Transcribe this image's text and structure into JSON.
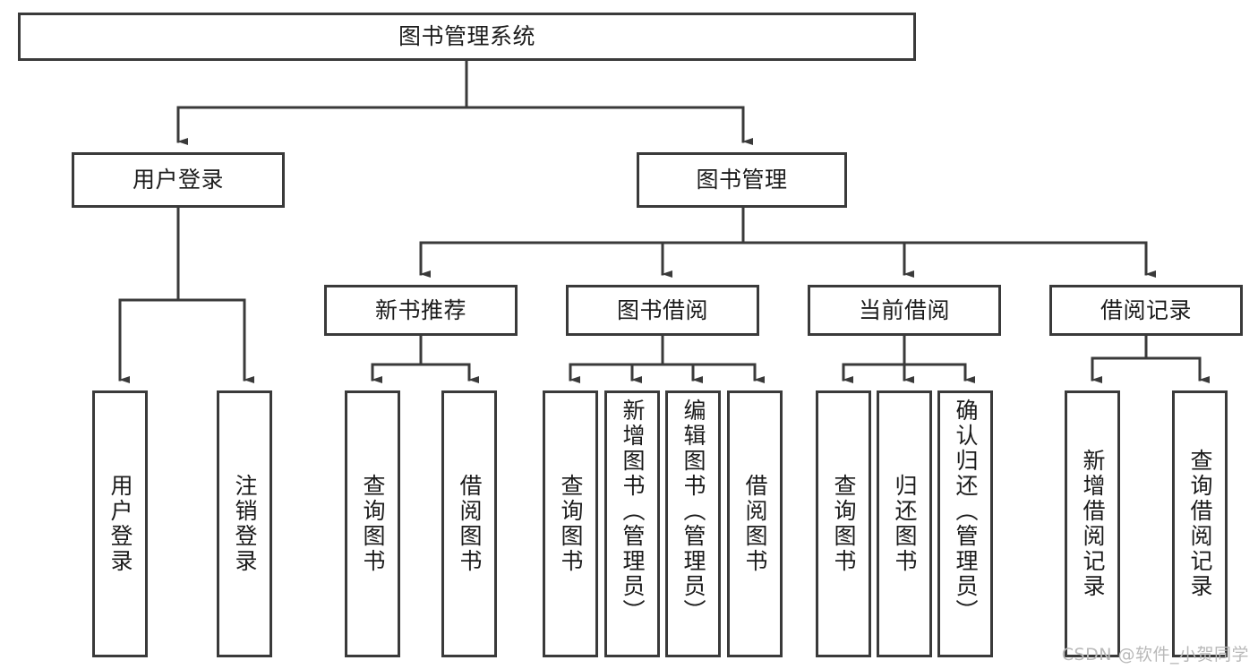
{
  "diagram": {
    "type": "tree-hierarchy-chart",
    "title": "图书管理系统",
    "watermark": "CSDN @软件_小贺同学",
    "colors": {
      "stroke": "#3a3a3a",
      "text": "#1b1b1b",
      "background": "#ffffff",
      "watermark": "#b9b9b9"
    },
    "levels": {
      "root": {
        "label": "图书管理系统"
      },
      "level2": [
        {
          "label": "用户登录"
        },
        {
          "label": "图书管理"
        }
      ],
      "level3": [
        {
          "label": "新书推荐"
        },
        {
          "label": "图书借阅"
        },
        {
          "label": "当前借阅"
        },
        {
          "label": "借阅记录"
        }
      ],
      "leaves": {
        "user_login": [
          {
            "label": "用户登录"
          },
          {
            "label": "注销登录"
          }
        ],
        "new_book_recommend": [
          {
            "label": "查询图书"
          },
          {
            "label": "借阅图书"
          }
        ],
        "book_borrow": [
          {
            "label": "查询图书"
          },
          {
            "label": "新增图书（管理员）"
          },
          {
            "label": "编辑图书（管理员）"
          },
          {
            "label": "借阅图书"
          }
        ],
        "current_borrow": [
          {
            "label": "查询图书"
          },
          {
            "label": "归还图书"
          },
          {
            "label": "确认归还（管理员）"
          }
        ],
        "borrow_record": [
          {
            "label": "新增借阅记录"
          },
          {
            "label": "查询借阅记录"
          }
        ]
      }
    }
  }
}
